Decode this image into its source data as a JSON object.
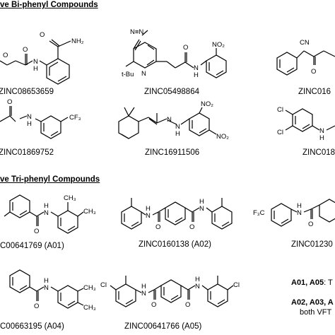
{
  "sections": {
    "biphenyl_heading": "ve Bi-phenyl Compounds",
    "triphenyl_heading": "ve Tri-phenyl Compounds"
  },
  "compounds": {
    "c1": "ZINC08653659",
    "c2": "ZINC05498864",
    "c3": "ZINC016",
    "c4": "ZINC01869752",
    "c5": "ZINC16911506",
    "c6": "ZINC018",
    "t1": "C00641769 (A01)",
    "t2": "ZINC0160138 (A02)",
    "t3": "ZINC01230",
    "t4": "C00663195 (A04)",
    "t5": "ZINC00641766 (A05)"
  },
  "atom_labels": {
    "nh2": "NH₂",
    "o": "O",
    "n": "N",
    "h": "H",
    "nh": "NH",
    "cn": "CN",
    "no2": "NO₂",
    "cf3": "CF₃",
    "tbu": "t-Bu",
    "cl": "Cl",
    "ch3": "CH₃",
    "f3c": "F₃C",
    "ncn": "N≡N"
  },
  "notes": {
    "line1_bold": "A01, A05",
    "line1_rest": ": T",
    "line2_bold": "A02, A03, A",
    "line3": "both VFT"
  }
}
